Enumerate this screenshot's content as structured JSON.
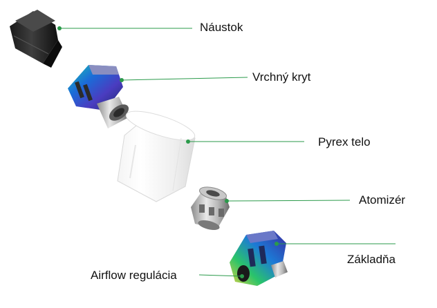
{
  "diagram": {
    "labels": {
      "mouthpiece": "Náustok",
      "top_cap": "Vrchný kryt",
      "glass_tube": "Pyrex telo",
      "coil": "Atomizér",
      "base": "Základňa",
      "airflow": "Airflow regulácia"
    },
    "leader_color": "#2a9a4a"
  }
}
